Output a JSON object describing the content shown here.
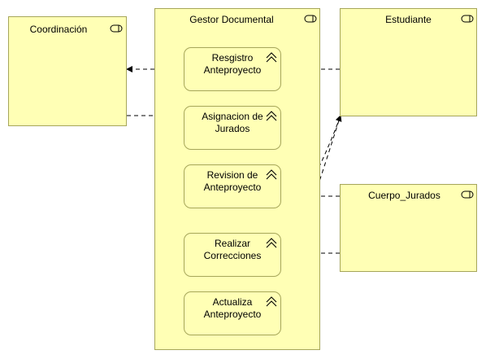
{
  "diagram": {
    "components": {
      "coordinacion": "Coordinación",
      "gestor": "Gestor Documental",
      "estudiante": "Estudiante",
      "jurados": "Cuerpo_Jurados"
    },
    "services": {
      "registro": "Resgistro\nAnteproyecto",
      "asignacion": "Asignacion de\nJurados",
      "revision": "Revision de\nAnteproyecto",
      "correcciones": "Realizar\nCorrecciones",
      "actualiza": "Actualiza\nAnteproyecto"
    },
    "icons": {
      "component": "component-icon",
      "service": "application-service-icon"
    },
    "colors": {
      "fill": "#ffffb5",
      "border": "#a6a65a",
      "line": "#000000"
    }
  }
}
